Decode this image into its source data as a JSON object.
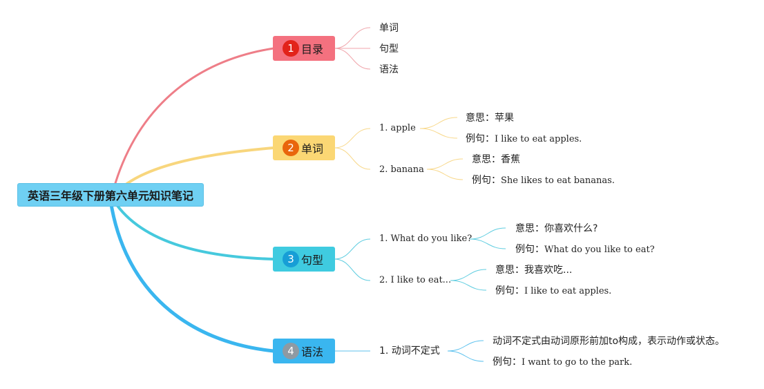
{
  "root": {
    "title": "英语三年级下册第六单元知识笔记"
  },
  "branches": [
    {
      "badge": "1",
      "label": "目录",
      "bg": "#f4717f",
      "badge_bg": "#e2231a",
      "line": "#ee7e88"
    },
    {
      "badge": "2",
      "label": "单词",
      "bg": "#fbd774",
      "badge_bg": "#e9650c",
      "line": "#f8d67d"
    },
    {
      "badge": "3",
      "label": "句型",
      "bg": "#3fcbe0",
      "badge_bg": "#179ed6",
      "line": "#46c9dd"
    },
    {
      "badge": "4",
      "label": "语法",
      "bg": "#3ab6ef",
      "badge_bg": "#8e9aa3",
      "line": "#3ab6ef"
    }
  ],
  "toc": {
    "items": [
      "单词",
      "句型",
      "语法"
    ]
  },
  "words": [
    {
      "label": "1. apple",
      "meaning": "意思：苹果",
      "example_prefix": "例句：",
      "example": "I like to eat apples."
    },
    {
      "label": "2. banana",
      "meaning": "意思：香蕉",
      "example_prefix": "例句：",
      "example": "She likes to eat bananas."
    }
  ],
  "sentences": [
    {
      "label": "1. What do you like?",
      "meaning": "意思：你喜欢什么?",
      "example_prefix": "例句：",
      "example": "What do you like to eat?"
    },
    {
      "label": "2. I like to eat...",
      "meaning": "意思：我喜欢吃...",
      "example_prefix": "例句：",
      "example": "I like to eat apples."
    }
  ],
  "grammar": [
    {
      "label": "1. 动词不定式",
      "desc": "动词不定式由动词原形前加to构成，表示动作或状态。",
      "example_prefix": "例句：",
      "example": "I want to go to the park."
    }
  ]
}
